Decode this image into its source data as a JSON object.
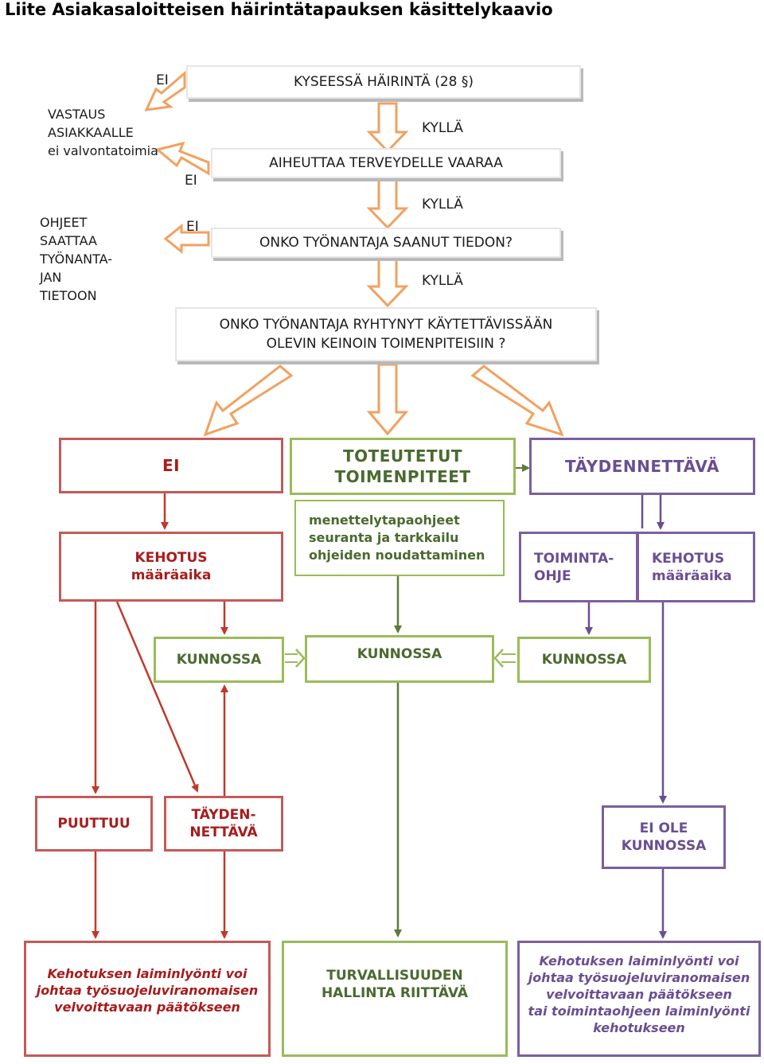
{
  "title": "Liite Asiakasaloitteisen häirintätapauksen käsittelykaavio",
  "top": {
    "q1": "KYSEESSÄ HÄIRINTÄ (28 §)",
    "q2": "AIHEUTTAA TERVEYDELLE VAARAA",
    "q3": "ONKO TYÖNANTAJA SAANUT TIEDON?",
    "q4_line1": "ONKO TYÖNANTAJA RYHTYNYT KÄYTETTÄVISSÄÄN",
    "q4_line2": "OLEVIN KEINOIN TOIMENPITEISIIN ?",
    "yes": "KYLLÄ",
    "no": "EI",
    "left1_line1": "VASTAUS",
    "left1_line2": "ASIAKKAALLE",
    "left1_line3": "ei valvontatoimia",
    "left2_line1": "OHJEET",
    "left2_line2": "SAATTAA",
    "left2_line3": "TYÖNANTA-",
    "left2_line4": "JAN",
    "left2_line5": "TIETOON"
  },
  "branches": {
    "ei": "EI",
    "toteutetut_line1": "TOTEUTETUT",
    "toteutetut_line2": "TOIMENPITEET",
    "taydennettava": "TÄYDENNETTÄVÄ",
    "kehotus1_line1": "KEHOTUS",
    "kehotus1_line2": "määräaika",
    "menettely_line1": "menettelytapaohjeet",
    "menettely_line2": "seuranta ja tarkkailu",
    "menettely_line3": "ohjeiden noudattaminen",
    "toiminta_line1": "TOIMINTA-",
    "toiminta_line2": "OHJE",
    "kehotus2_line1": "KEHOTUS",
    "kehotus2_line2": "määräaika",
    "kunnossa1": "KUNNOSSA",
    "kunnossa2": "KUNNOSSA",
    "kunnossa3": "KUNNOSSA",
    "puuttuu": "PUUTTUU",
    "tayden_line1": "TÄYDEN-",
    "tayden_line2": "NETTÄVÄ",
    "eiole_line1": "EI OLE",
    "eiole_line2": "KUNNOSSA"
  },
  "bottom": {
    "left_line1": "Kehotuksen laiminlyönti voi",
    "left_line2": "johtaa työsuojeluviranomaisen",
    "left_line3": "velvoittavaan päätökseen",
    "mid_line1": "TURVALLISUUDEN",
    "mid_line2": "HALLINTA RIITTÄVÄ",
    "right_line1": "Kehotuksen laiminlyönti voi",
    "right_line2": "johtaa työsuojeluviranomaisen",
    "right_line3": "velvoittavaan päätökseen",
    "right_line4": "tai toimintaohjeen laiminlyönti",
    "right_line5": "kehotukseen"
  },
  "colors": {
    "orange": "#f2a15f",
    "red": "#c0392b",
    "green": "#9bbb59",
    "purple": "#7b5fa0",
    "dark_green": "#5b7a3a"
  }
}
